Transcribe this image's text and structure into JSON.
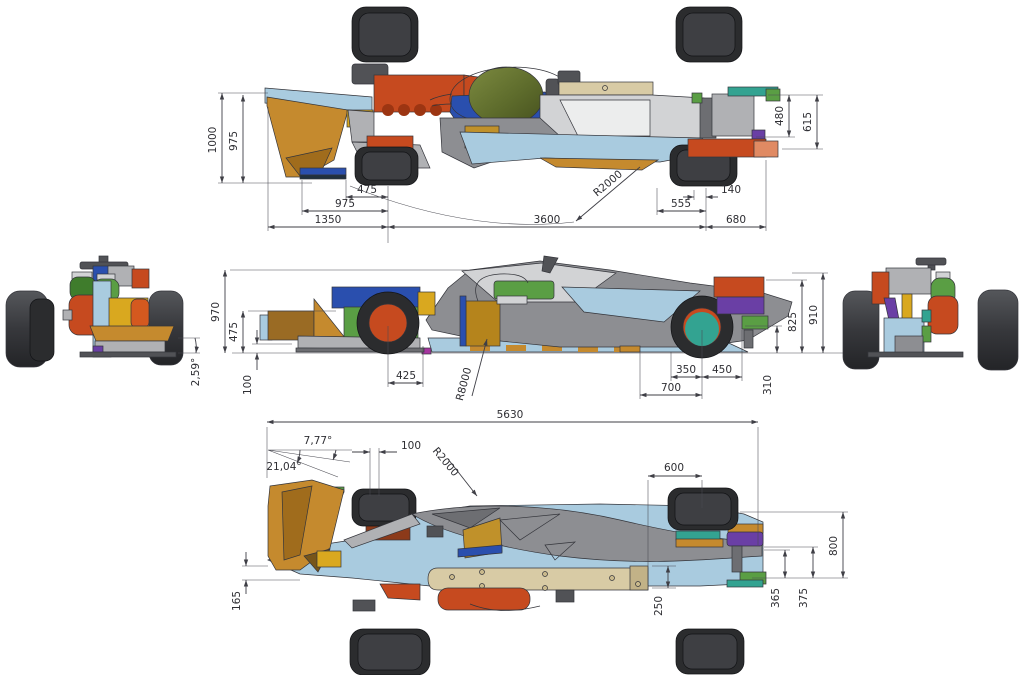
{
  "palette": {
    "body_light_blue": "#a9cbdf",
    "wing_orange": "#c58a2e",
    "red_orange": "#c64a1f",
    "blue": "#2a4fae",
    "light_gray": "#d2d3d5",
    "mid_gray": "#8d8e92",
    "beige_plank": "#d8cba5",
    "green": "#5a9e44",
    "olive_helmet": "#5e6c2c",
    "teal": "#33a391",
    "gold": "#d9a81f",
    "purple": "#6a3fa5",
    "magenta": "#a635a0",
    "tire_black": "#2b2c2e",
    "dim_line": "#3f3f46"
  },
  "views": {
    "top_view": {
      "dims": {
        "w1000": "1000",
        "w975": "975",
        "l475": "475",
        "l975": "975",
        "l1350": "1350",
        "l3600": "3600",
        "l680": "680",
        "l555": "555",
        "l140": "140",
        "r2000": "R2000",
        "h480": "480",
        "h615": "615"
      }
    },
    "side_view": {
      "dims": {
        "h970": "970",
        "h475": "475",
        "h100": "100",
        "l425": "425",
        "r8000": "R8000",
        "l700": "700",
        "l350": "350",
        "l450": "450",
        "h310": "310",
        "h825": "825",
        "h910": "910"
      }
    },
    "front_view": {
      "dims": {
        "a259": "2,59°"
      }
    },
    "rear_view": {
      "dims": {}
    },
    "bottom_view": {
      "dims": {
        "l5630": "5630",
        "a777": "7,77°",
        "a2104": "21,04°",
        "l100": "100",
        "r2000": "R2000",
        "l600": "600",
        "h800": "800",
        "h365": "365",
        "h375": "375",
        "h250": "250",
        "h165": "165"
      }
    }
  }
}
